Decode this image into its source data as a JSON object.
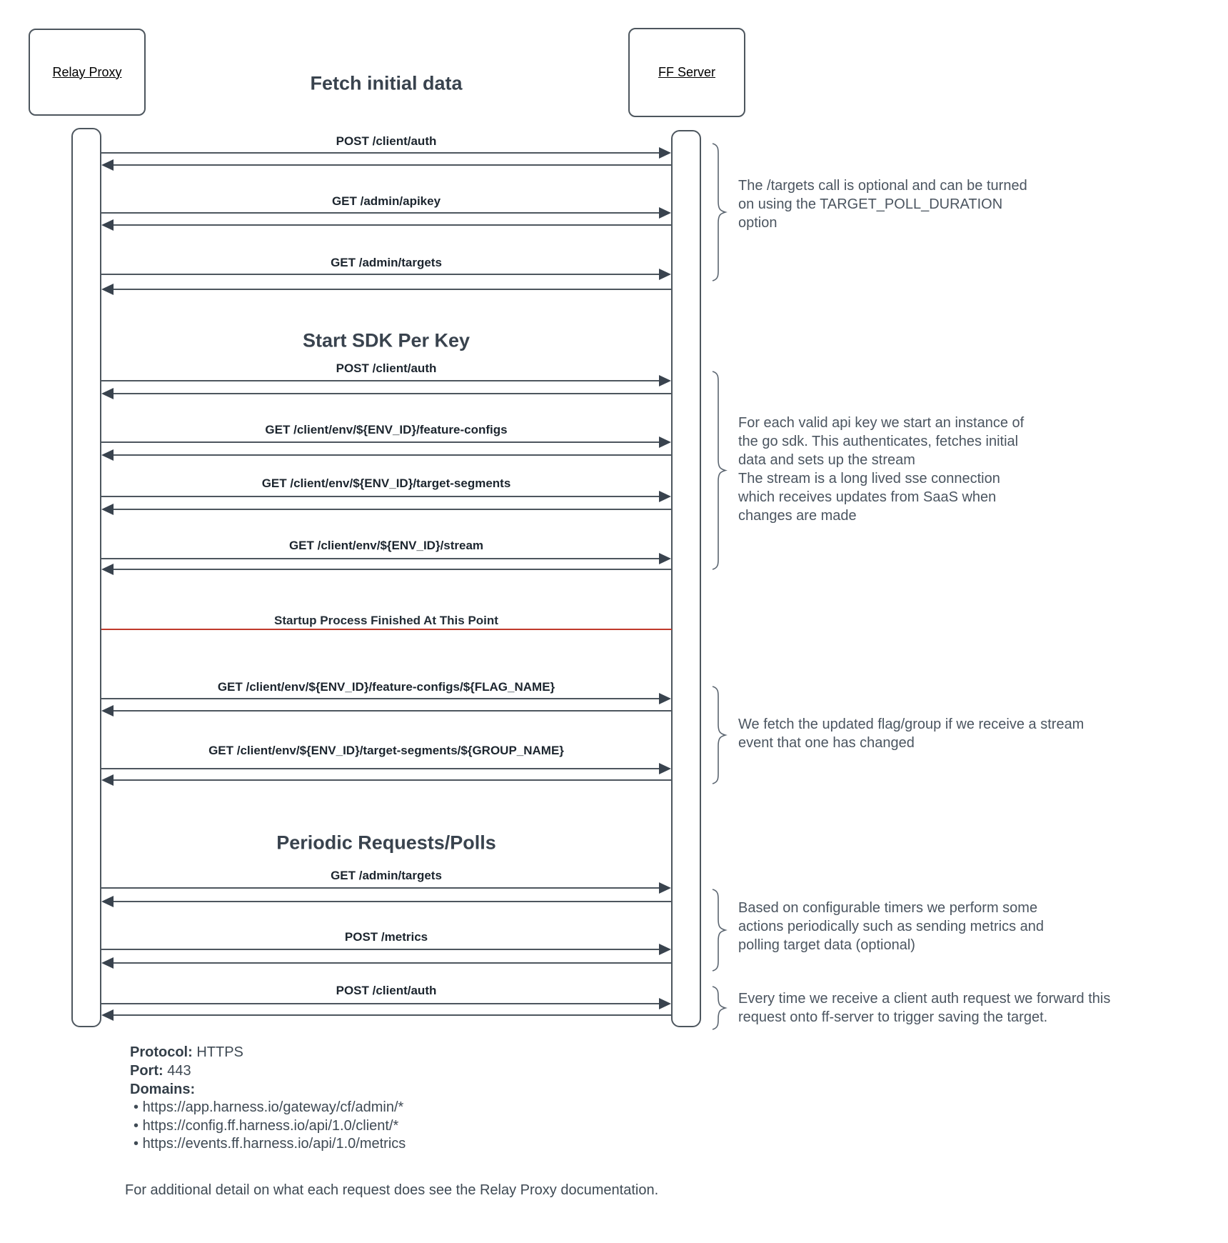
{
  "diagram": {
    "actors": [
      {
        "label": "Relay Proxy"
      },
      {
        "label": "FF Server"
      }
    ],
    "title": "Fetch initial data",
    "headings": [
      {
        "text": "Start SDK Per Key"
      },
      {
        "text": "Periodic Requests/Polls"
      }
    ],
    "messages": [
      {
        "label": "POST /client/auth"
      },
      {
        "label": "GET /admin/apikey"
      },
      {
        "label": "GET /admin/targets"
      },
      {
        "label": "POST /client/auth"
      },
      {
        "label": "GET /client/env/${ENV_ID}/feature-configs"
      },
      {
        "label": "GET /client/env/${ENV_ID}/target-segments"
      },
      {
        "label": "GET /client/env/${ENV_ID}/stream"
      },
      {
        "label": "GET /client/env/${ENV_ID}/feature-configs/${FLAG_NAME}"
      },
      {
        "label": "GET /client/env/${ENV_ID}/target-segments/${GROUP_NAME}"
      },
      {
        "label": "GET /admin/targets"
      },
      {
        "label": "POST /metrics"
      },
      {
        "label": "POST /client/auth"
      }
    ],
    "separator": {
      "label": "Startup Process Finished At This Point"
    },
    "annotations": [
      {
        "lines": [
          "The /targets call is optional and can be turned",
          "on using the TARGET_POLL_DURATION",
          "option"
        ]
      },
      {
        "lines": [
          "For each valid api key we start an instance of",
          "the go sdk. This authenticates, fetches initial",
          "data and sets up the stream",
          "The stream is a long lived sse connection",
          "which receives updates from SaaS when",
          "changes are made"
        ]
      },
      {
        "lines": [
          "We fetch the updated flag/group if we receive a stream",
          "event that one has changed"
        ]
      },
      {
        "lines": [
          "Based on configurable timers we perform some",
          "actions periodically such as sending metrics and",
          "polling target data (optional)"
        ]
      },
      {
        "lines": [
          "Every time we receive a client auth request we forward this",
          "request onto ff-server to trigger saving the target."
        ]
      }
    ],
    "colors": {
      "separator_red": "#c0392b",
      "line_gray": "#4d565e",
      "heading_ink": "#39434e",
      "annotation_text": "#4b5560"
    }
  },
  "footer": {
    "rows": [
      {
        "label": "Protocol:",
        "value": " HTTPS"
      },
      {
        "label": "Port:",
        "value": " 443"
      },
      {
        "label": "Domains:",
        "value": ""
      }
    ],
    "domains": [
      "https://app.harness.io/gateway/cf/admin/*",
      "https://config.ff.harness.io/api/1.0/client/*",
      "https://events.ff.harness.io/api/1.0/metrics"
    ],
    "note": "For additional detail on what each request does see the Relay Proxy documentation."
  }
}
